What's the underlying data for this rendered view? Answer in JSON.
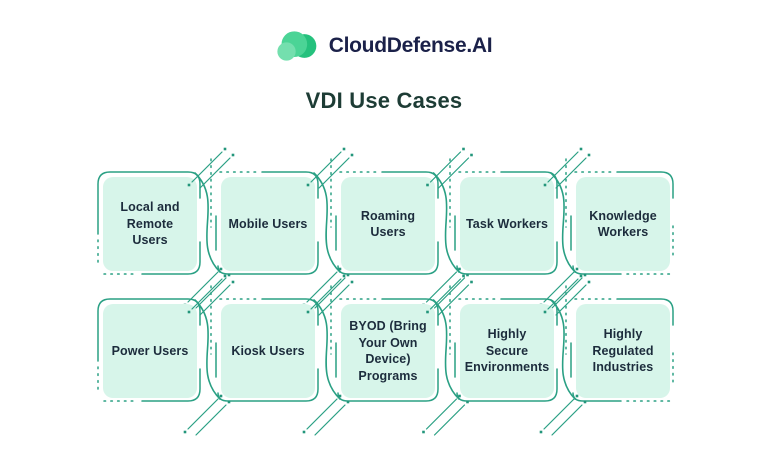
{
  "logo": {
    "text": "CloudDefense.AI",
    "icon": "cloud-circles-icon"
  },
  "title": "VDI Use Cases",
  "colors": {
    "line": "#2aa084",
    "card_fill": "#d7f5ea",
    "dot": "#23967b",
    "title_color": "#1d3c35",
    "card_text": "#1c2c3c",
    "logo_text": "#1b2149",
    "logo_circle_dark": "#25c17d",
    "logo_circle_main": "#4bd496",
    "logo_circle_light": "#74dfae"
  },
  "rows": [
    {
      "items": [
        {
          "label": "Local and Remote Users"
        },
        {
          "label": "Mobile Users"
        },
        {
          "label": "Roaming Users"
        },
        {
          "label": "Task Workers"
        },
        {
          "label": "Knowledge Workers"
        }
      ]
    },
    {
      "items": [
        {
          "label": "Power Users"
        },
        {
          "label": "Kiosk Users"
        },
        {
          "label": "BYOD (Bring Your Own Device) Programs"
        },
        {
          "label": "Highly Secure Environments"
        },
        {
          "label": "Highly Regulated Industries"
        }
      ]
    }
  ]
}
